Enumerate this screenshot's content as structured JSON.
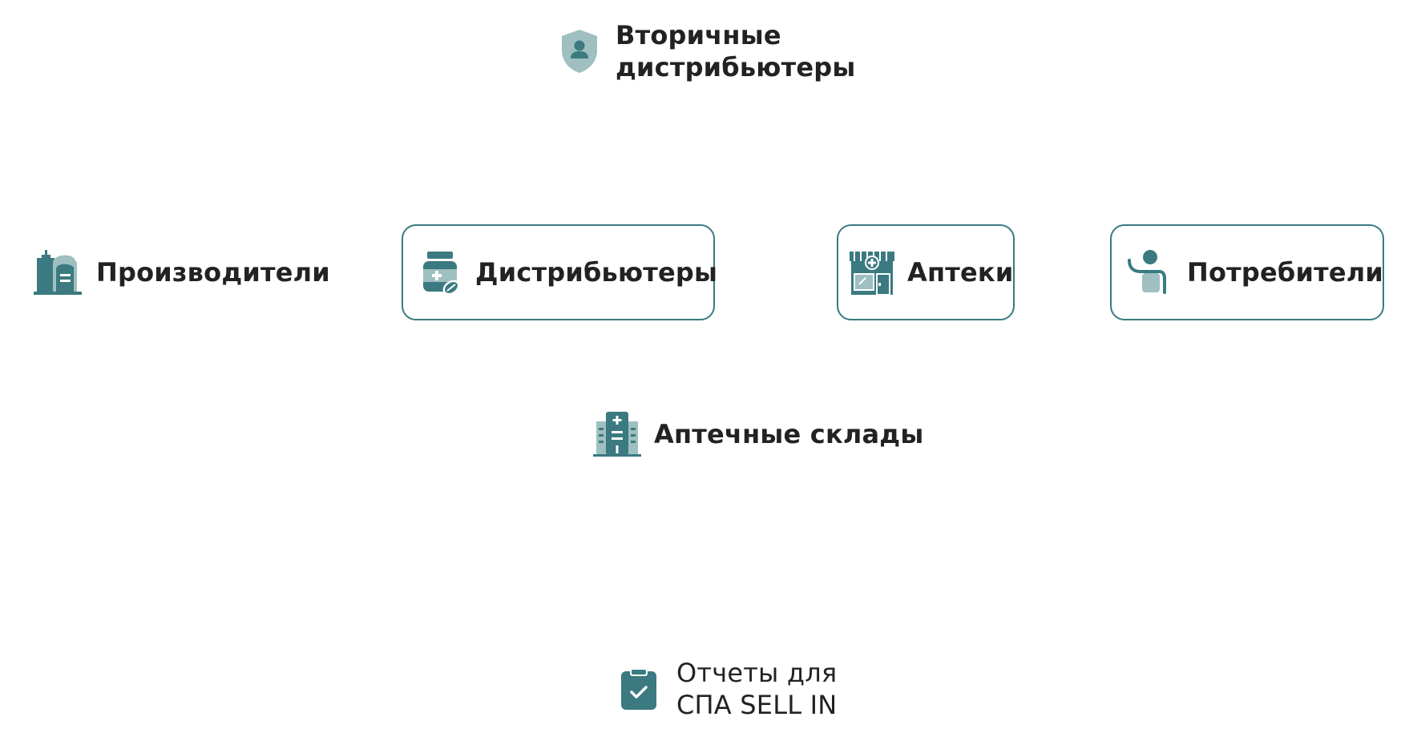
{
  "nodes": {
    "secondary_distributors": {
      "label": "Вторичные дистрибьютеры",
      "icon": "shield-user-icon"
    },
    "producers": {
      "label": "Производители",
      "icon": "factory-icon"
    },
    "distributors": {
      "label": "Дистрибьютеры",
      "icon": "medicine-jar-icon"
    },
    "pharmacies": {
      "label": "Аптеки",
      "icon": "pharmacy-store-icon"
    },
    "consumers": {
      "label": "Потребители",
      "icon": "person-waving-icon"
    },
    "warehouses": {
      "label": "Аптечные склады",
      "icon": "hospital-building-icon"
    },
    "reports": {
      "label": "Отчеты для СПА SELL IN",
      "icon": "clipboard-check-icon"
    }
  },
  "colors": {
    "accent": "#3a7a80",
    "accent_light": "#9fbfc1",
    "text": "#222222",
    "background": "#ffffff"
  }
}
